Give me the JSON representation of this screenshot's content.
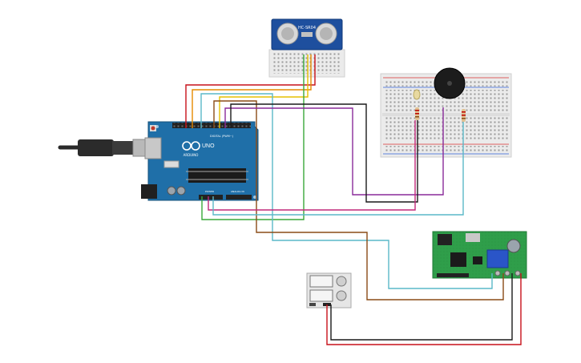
{
  "sensor": {
    "label": "HC-SR04"
  },
  "arduino": {
    "brand": "ARDUINO",
    "model": "UNO",
    "digital_label": "DIGITAL (PWM~)",
    "power_label": "POWER",
    "analog_label": "ANALOG IN"
  },
  "colors": {
    "board": "#1f6fa8",
    "board_dark": "#17527d",
    "breadboard": "#ebebeb",
    "sensor_board": "#1e4f9e",
    "module_pcb": "#2f9e4a",
    "wire_red": "#c7101a",
    "wire_black": "#1a1a1a",
    "wire_yellow": "#e5c000",
    "wire_orange": "#e58a00",
    "wire_green": "#3aa83a",
    "wire_brown": "#8a4b16",
    "wire_purple": "#8a2a9a",
    "wire_cyan": "#5ab8c8",
    "wire_magenta": "#c0287a"
  }
}
